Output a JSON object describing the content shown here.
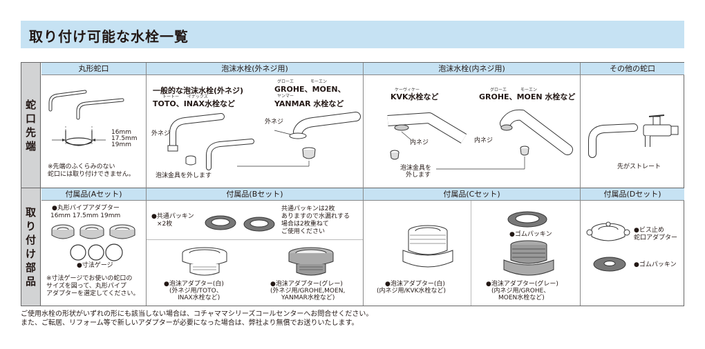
{
  "title": "取り付け可能な水栓一覧",
  "row_labels": {
    "spout": "蛇口先端",
    "parts": "取り付け部品"
  },
  "columns": {
    "round": "丸形蛇口",
    "outer": "泡沫水栓(外ネジ用)",
    "inner": "泡沫水栓(内ネジ用)",
    "other": "その他の蛇口"
  },
  "round_spout": {
    "size1": "16mm",
    "size2": "17.5mm",
    "size3": "19mm",
    "note1": "※先端のふくらみのない",
    "note2": "蛇口には取り付けできません。"
  },
  "outer_spout": {
    "left_title": "一般的な泡沫水栓(外ネジ)",
    "left_ruby_toto": "トートー",
    "left_ruby_inax": "イナックス",
    "left_brands": "TOTO、INAX水栓など",
    "right_ruby_grohe": "グローエ",
    "right_ruby_moen": "モーエン",
    "right_brands1": "GROHE、MOEN、",
    "right_ruby_yanmar": "ヤンマー",
    "right_brands2": "YANMAR 水栓など",
    "label_outer_thread_left": "外ネジ",
    "label_outer_thread_right": "外ネジ",
    "label_remove": "泡沫金具を外します"
  },
  "inner_spout": {
    "left_ruby": "ケーヴィケー",
    "left_brands": "KVK水栓など",
    "right_ruby_grohe": "グローエ",
    "right_ruby_moen": "モーエン",
    "right_brands": "GROHE、MOEN 水栓など",
    "label_inner_thread_left": "内ネジ",
    "label_inner_thread_right": "内ネジ",
    "label_remove1": "泡沫金具を",
    "label_remove2": "外します"
  },
  "other_spout": {
    "label": "先がストレート"
  },
  "set_headers": {
    "a": "付属品(Aセット)",
    "b": "付属品(Bセット)",
    "c": "付属品(Cセット)",
    "d": "付属品(Dセット)"
  },
  "set_a": {
    "pipe_adapter": "●丸形パイプアダプター",
    "sizes": "16mm  17.5mm  19mm",
    "gauge": "●寸法ゲージ",
    "note1": "※寸法ゲージでお使いの蛇口の",
    "note2": "サイズを図って、丸形パイプ",
    "note3": "アダプターを選定してください。"
  },
  "set_b": {
    "packing1": "●共通パッキン",
    "packing2": "×2枚",
    "packing_note1": "共通パッキンは2枚",
    "packing_note2": "ありますので水漏れする",
    "packing_note3": "場合は2枚重ねて",
    "packing_note4": "ご使用ください",
    "white1": "●泡沫アダプター(白)",
    "white2": "(外ネジ用/TOTO、",
    "white3": "INAX水栓など)",
    "gray1": "●泡沫アダプター(グレー)",
    "gray2": "(外ネジ用/GROHE,MOEN,",
    "gray3": "YANMAR水栓など)"
  },
  "set_c": {
    "rubber": "●ゴムパッキン",
    "white1": "●泡沫アダプター(白)",
    "white2": "(内ネジ用/KVK水栓など)",
    "gray1": "●泡沫アダプター(グレー)",
    "gray2": "(内ネジ用/GROHE、",
    "gray3": "MOEN水栓など)"
  },
  "set_d": {
    "screw1": "●ビス止め",
    "screw2": "蛇口アダプター",
    "rubber": "●ゴムパッキン"
  },
  "footer": {
    "line1": "ご使用水栓の形状がいずれの形にも該当しない場合は、コチャママシリーズコールセンターへお問合せください。",
    "line2": "また、ご転居、リフォーム等で新しいアダプターが必要になった場合は、弊社より無償でお送りいたします。"
  },
  "colors": {
    "header_blue": "#c6e2f3",
    "row_gray": "#d2d3d4"
  }
}
